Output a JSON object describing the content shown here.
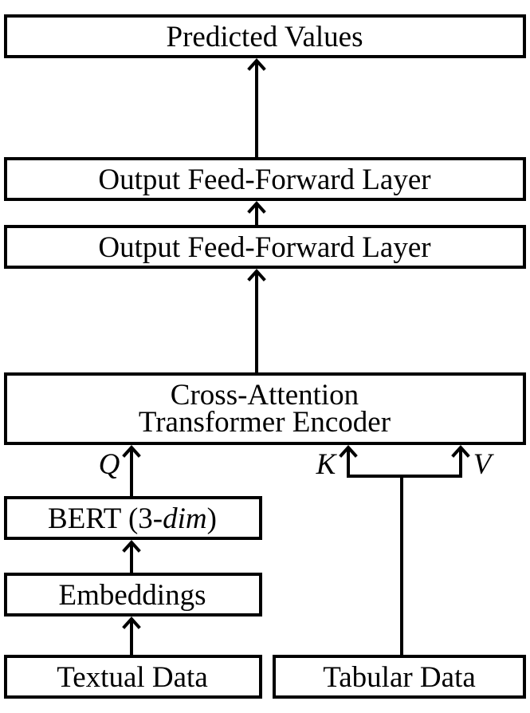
{
  "nodes": {
    "predicted_values": "Predicted Values",
    "output_ff_1": "Output Feed-Forward Layer",
    "output_ff_2": "Output Feed-Forward Layer",
    "encoder_line1": "Cross-Attention",
    "encoder_line2": "Transformer Encoder",
    "bert_prefix": "BERT (3-",
    "bert_italic": "dim",
    "bert_suffix": ")",
    "embeddings": "Embeddings",
    "textual_data": "Textual Data",
    "tabular_data": "Tabular Data"
  },
  "ports": {
    "query": "Q",
    "key": "K",
    "value": "V"
  },
  "edges": [
    {
      "from": "output_ff_1",
      "to": "predicted_values"
    },
    {
      "from": "output_ff_2",
      "to": "output_ff_1"
    },
    {
      "from": "encoder",
      "to": "output_ff_2"
    },
    {
      "from": "bert",
      "to": "encoder",
      "label": "Q"
    },
    {
      "from": "embeddings",
      "to": "bert"
    },
    {
      "from": "textual_data",
      "to": "embeddings"
    },
    {
      "from": "tabular_data",
      "to": "encoder",
      "label": "K"
    },
    {
      "from": "tabular_data",
      "to": "encoder",
      "label": "V"
    }
  ]
}
